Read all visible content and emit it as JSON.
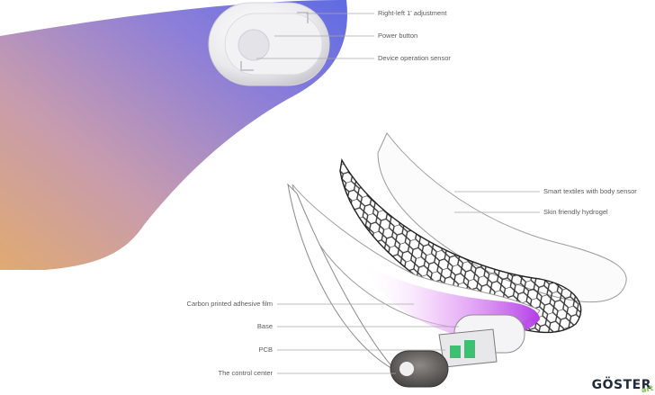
{
  "diagram": {
    "top_callouts": [
      {
        "id": "right-left-adjustment",
        "label": "Right-left 1' adjustment"
      },
      {
        "id": "power-button",
        "label": "Power button"
      },
      {
        "id": "device-operation-sensor",
        "label": "Device operation sensor"
      }
    ],
    "layer_callouts_right": [
      {
        "id": "smart-textiles",
        "label": "Smart textiles with body sensor"
      },
      {
        "id": "skin-hydrogel",
        "label": "Skin friendly hydrogel"
      }
    ],
    "layer_callouts_left": [
      {
        "id": "carbon-film",
        "label": "Carbon printed adhesive film"
      },
      {
        "id": "base",
        "label": "Base"
      },
      {
        "id": "pcb",
        "label": "PCB"
      },
      {
        "id": "control-center",
        "label": "The control center"
      }
    ]
  },
  "watermark": {
    "text": "GÖSTER",
    "sub": "art"
  },
  "colors": {
    "gradient_orange": "#d9a877",
    "gradient_violet": "#7a6fd8",
    "gradient_blue": "#6a70e0",
    "accent_magenta": "#c34bea",
    "leader_line": "#9a9a9a",
    "pcb_green": "#3fbf72"
  }
}
